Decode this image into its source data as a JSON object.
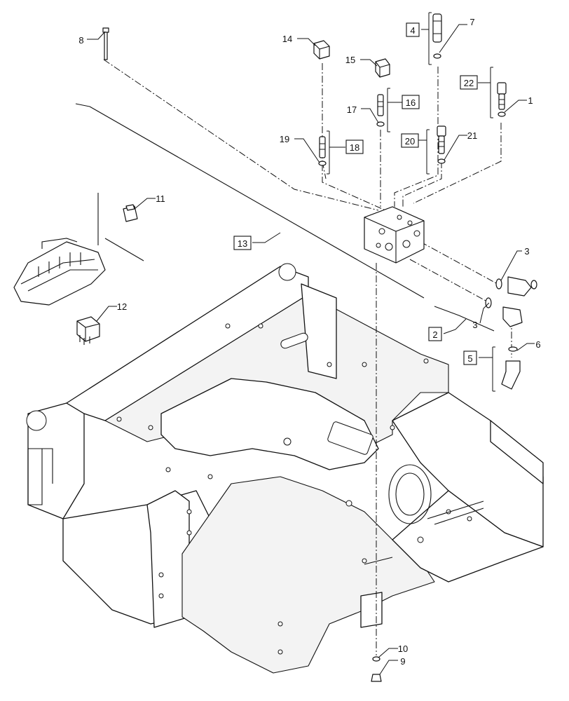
{
  "callouts": [
    {
      "id": "c1",
      "label": "1",
      "boxed": false
    },
    {
      "id": "c2",
      "label": "2",
      "boxed": true
    },
    {
      "id": "c3a",
      "label": "3",
      "boxed": false
    },
    {
      "id": "c3b",
      "label": "3",
      "boxed": false
    },
    {
      "id": "c4",
      "label": "4",
      "boxed": true
    },
    {
      "id": "c5",
      "label": "5",
      "boxed": true
    },
    {
      "id": "c6",
      "label": "6",
      "boxed": false
    },
    {
      "id": "c7",
      "label": "7",
      "boxed": false
    },
    {
      "id": "c8",
      "label": "8",
      "boxed": false
    },
    {
      "id": "c9",
      "label": "9",
      "boxed": false
    },
    {
      "id": "c10",
      "label": "10",
      "boxed": false
    },
    {
      "id": "c11",
      "label": "11",
      "boxed": false
    },
    {
      "id": "c12",
      "label": "12",
      "boxed": false
    },
    {
      "id": "c13",
      "label": "13",
      "boxed": true
    },
    {
      "id": "c14",
      "label": "14",
      "boxed": false
    },
    {
      "id": "c15",
      "label": "15",
      "boxed": false
    },
    {
      "id": "c16",
      "label": "16",
      "boxed": true
    },
    {
      "id": "c17",
      "label": "17",
      "boxed": false
    },
    {
      "id": "c18",
      "label": "18",
      "boxed": true
    },
    {
      "id": "c19",
      "label": "19",
      "boxed": false
    },
    {
      "id": "c20",
      "label": "20",
      "boxed": true
    },
    {
      "id": "c21",
      "label": "21",
      "boxed": false
    },
    {
      "id": "c22",
      "label": "22",
      "boxed": true
    }
  ]
}
